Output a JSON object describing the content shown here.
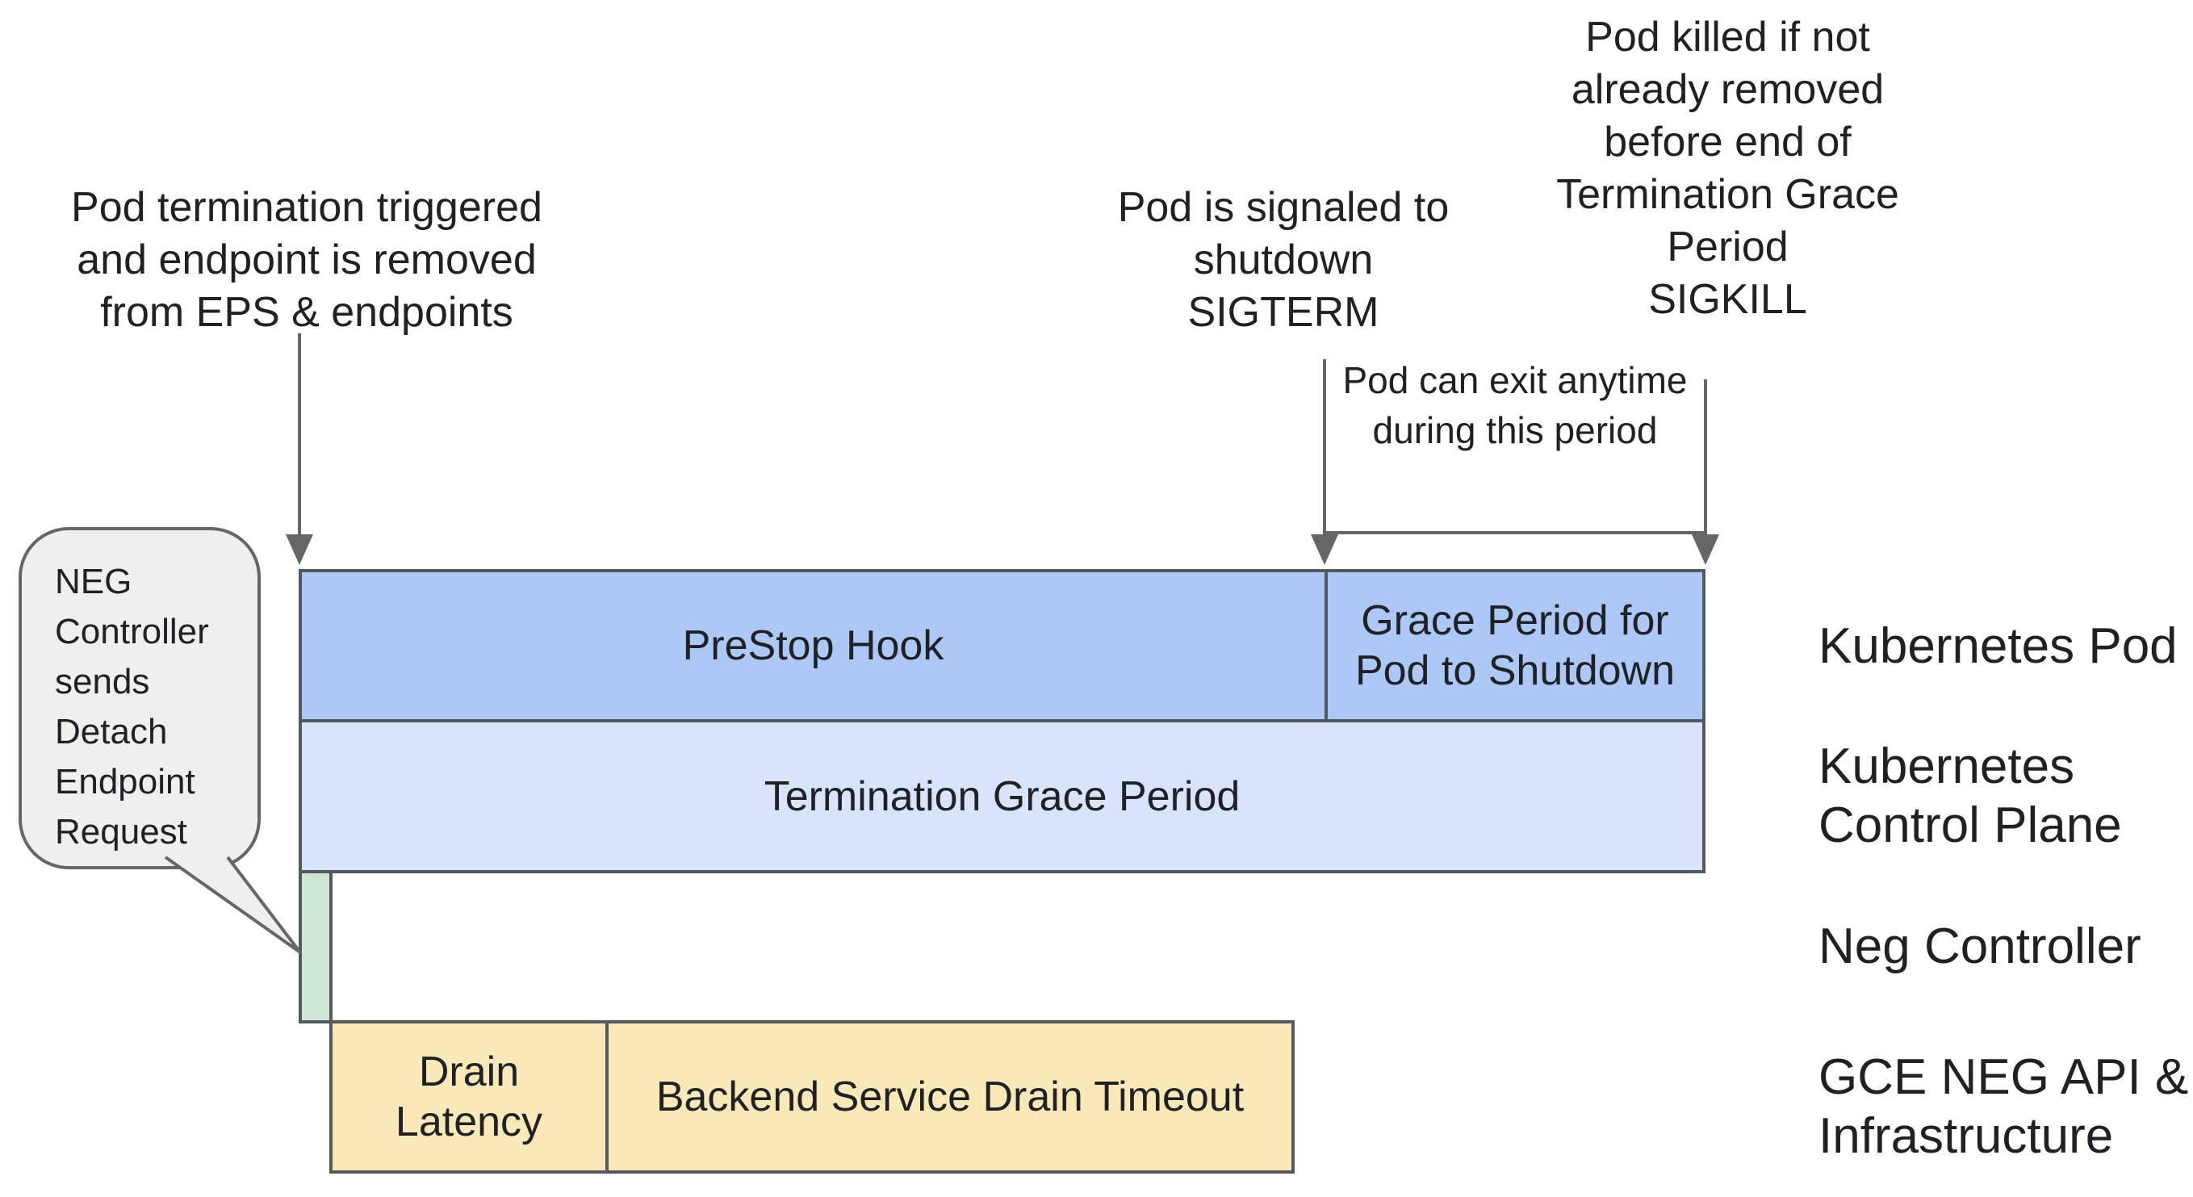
{
  "colors": {
    "bar_blue": "#abc8f6",
    "bar_light_blue": "#d7e4fb",
    "bar_green": "#d1e7d6",
    "bar_yellow": "#fae9b8",
    "border": "#54585f",
    "arrow": "#666666",
    "bubble_fill": "#efefef",
    "text": "#202124"
  },
  "annotations": {
    "pod_termination": "Pod termination triggered\nand endpoint is removed\nfrom EPS & endpoints",
    "pod_signaled": "Pod is signaled to\nshutdown\nSIGTERM",
    "pod_killed": "Pod killed if not\nalready removed\nbefore end of\nTermination Grace\nPeriod\nSIGKILL",
    "pod_exit": "Pod can exit anytime\nduring this period"
  },
  "callout": {
    "text": "NEG\nController\nsends\nDetach\nEndpoint\nRequest"
  },
  "bars": {
    "prestop_hook": "PreStop Hook",
    "grace_period": "Grace Period for\nPod to Shutdown",
    "termination_grace_period": "Termination Grace Period",
    "drain_latency": "Drain\nLatency",
    "backend_drain_timeout": "Backend Service Drain Timeout"
  },
  "row_labels": {
    "kubernetes_pod": "Kubernetes Pod",
    "control_plane": "Kubernetes\nControl Plane",
    "neg_controller": "Neg Controller",
    "gce_neg": "GCE NEG API &\nInfrastructure"
  }
}
